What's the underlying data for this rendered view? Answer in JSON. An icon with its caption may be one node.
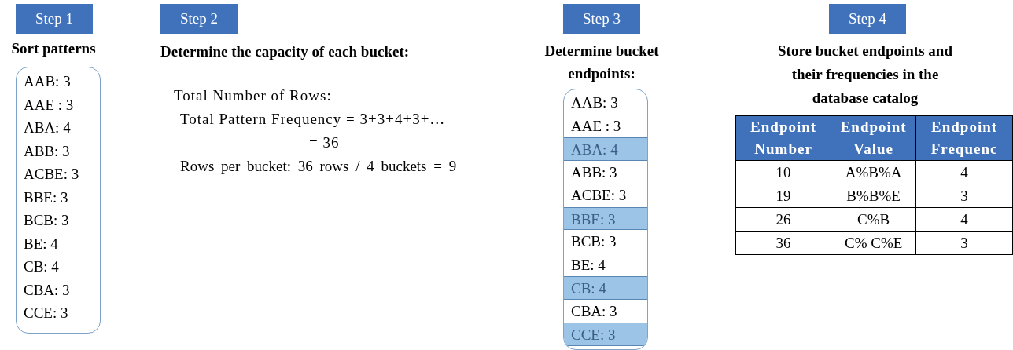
{
  "diagram": {
    "nodes": [
      {
        "text": [
          "Step 1"
        ]
      },
      {
        "text": [
          "AAB: 3",
          "AAE : 3",
          "ABA: 4",
          "ABB: 3",
          "ACBE: 3",
          "BBE: 3",
          "BCB: 3",
          "BE: 4",
          "CB: 4",
          "CBA: 3",
          "CCE: 3"
        ]
      },
      {
        "text": [
          "Step 2"
        ]
      },
      {
        "text": [
          "Step 3"
        ]
      },
      {
        "text": [],
        "shape": "box"
      },
      {
        "text": [
          "AAB: 3"
        ],
        "in": 4
      },
      {
        "text": [
          "AAE : 3"
        ],
        "in": 4
      },
      {
        "text": [
          "ABA: 4"
        ],
        "in": 4
      },
      {
        "text": [
          "ABB: 3"
        ],
        "in": 4
      },
      {
        "text": [
          "ACBE: 3"
        ],
        "in": 4
      },
      {
        "text": [
          "BBE: 3"
        ],
        "in": 4
      },
      {
        "text": [
          "BCB: 3"
        ],
        "in": 4
      },
      {
        "text": [
          "BE: 4"
        ],
        "in": 4
      },
      {
        "text": [
          "CB: 4"
        ],
        "in": 4
      },
      {
        "text": [
          "CBA: 3"
        ],
        "in": 4
      },
      {
        "text": [
          "CCE: 3"
        ],
        "in": 4
      },
      {
        "text": [
          "Step 4"
        ]
      }
    ],
    "labels": [
      "Sort patterns",
      "Determine the capacity of each bucket:",
      "Total Number of Rows:",
      "Total Pattern Frequency = 3+3+4+3+…",
      "= 36",
      "Rows per bucket: 36 rows / 4 buckets = 9",
      "Determine bucket endpoints:",
      "Store bucket endpoints and their frequencies in the database catalog",
      "Endpoint Number",
      "Endpoint Value",
      "Endpoint Frequenc",
      "10",
      "A%B%A",
      "4",
      "19",
      "B%B%E",
      "3",
      "26",
      "C%B",
      "4",
      "36",
      "C% C%E",
      "3"
    ]
  }
}
